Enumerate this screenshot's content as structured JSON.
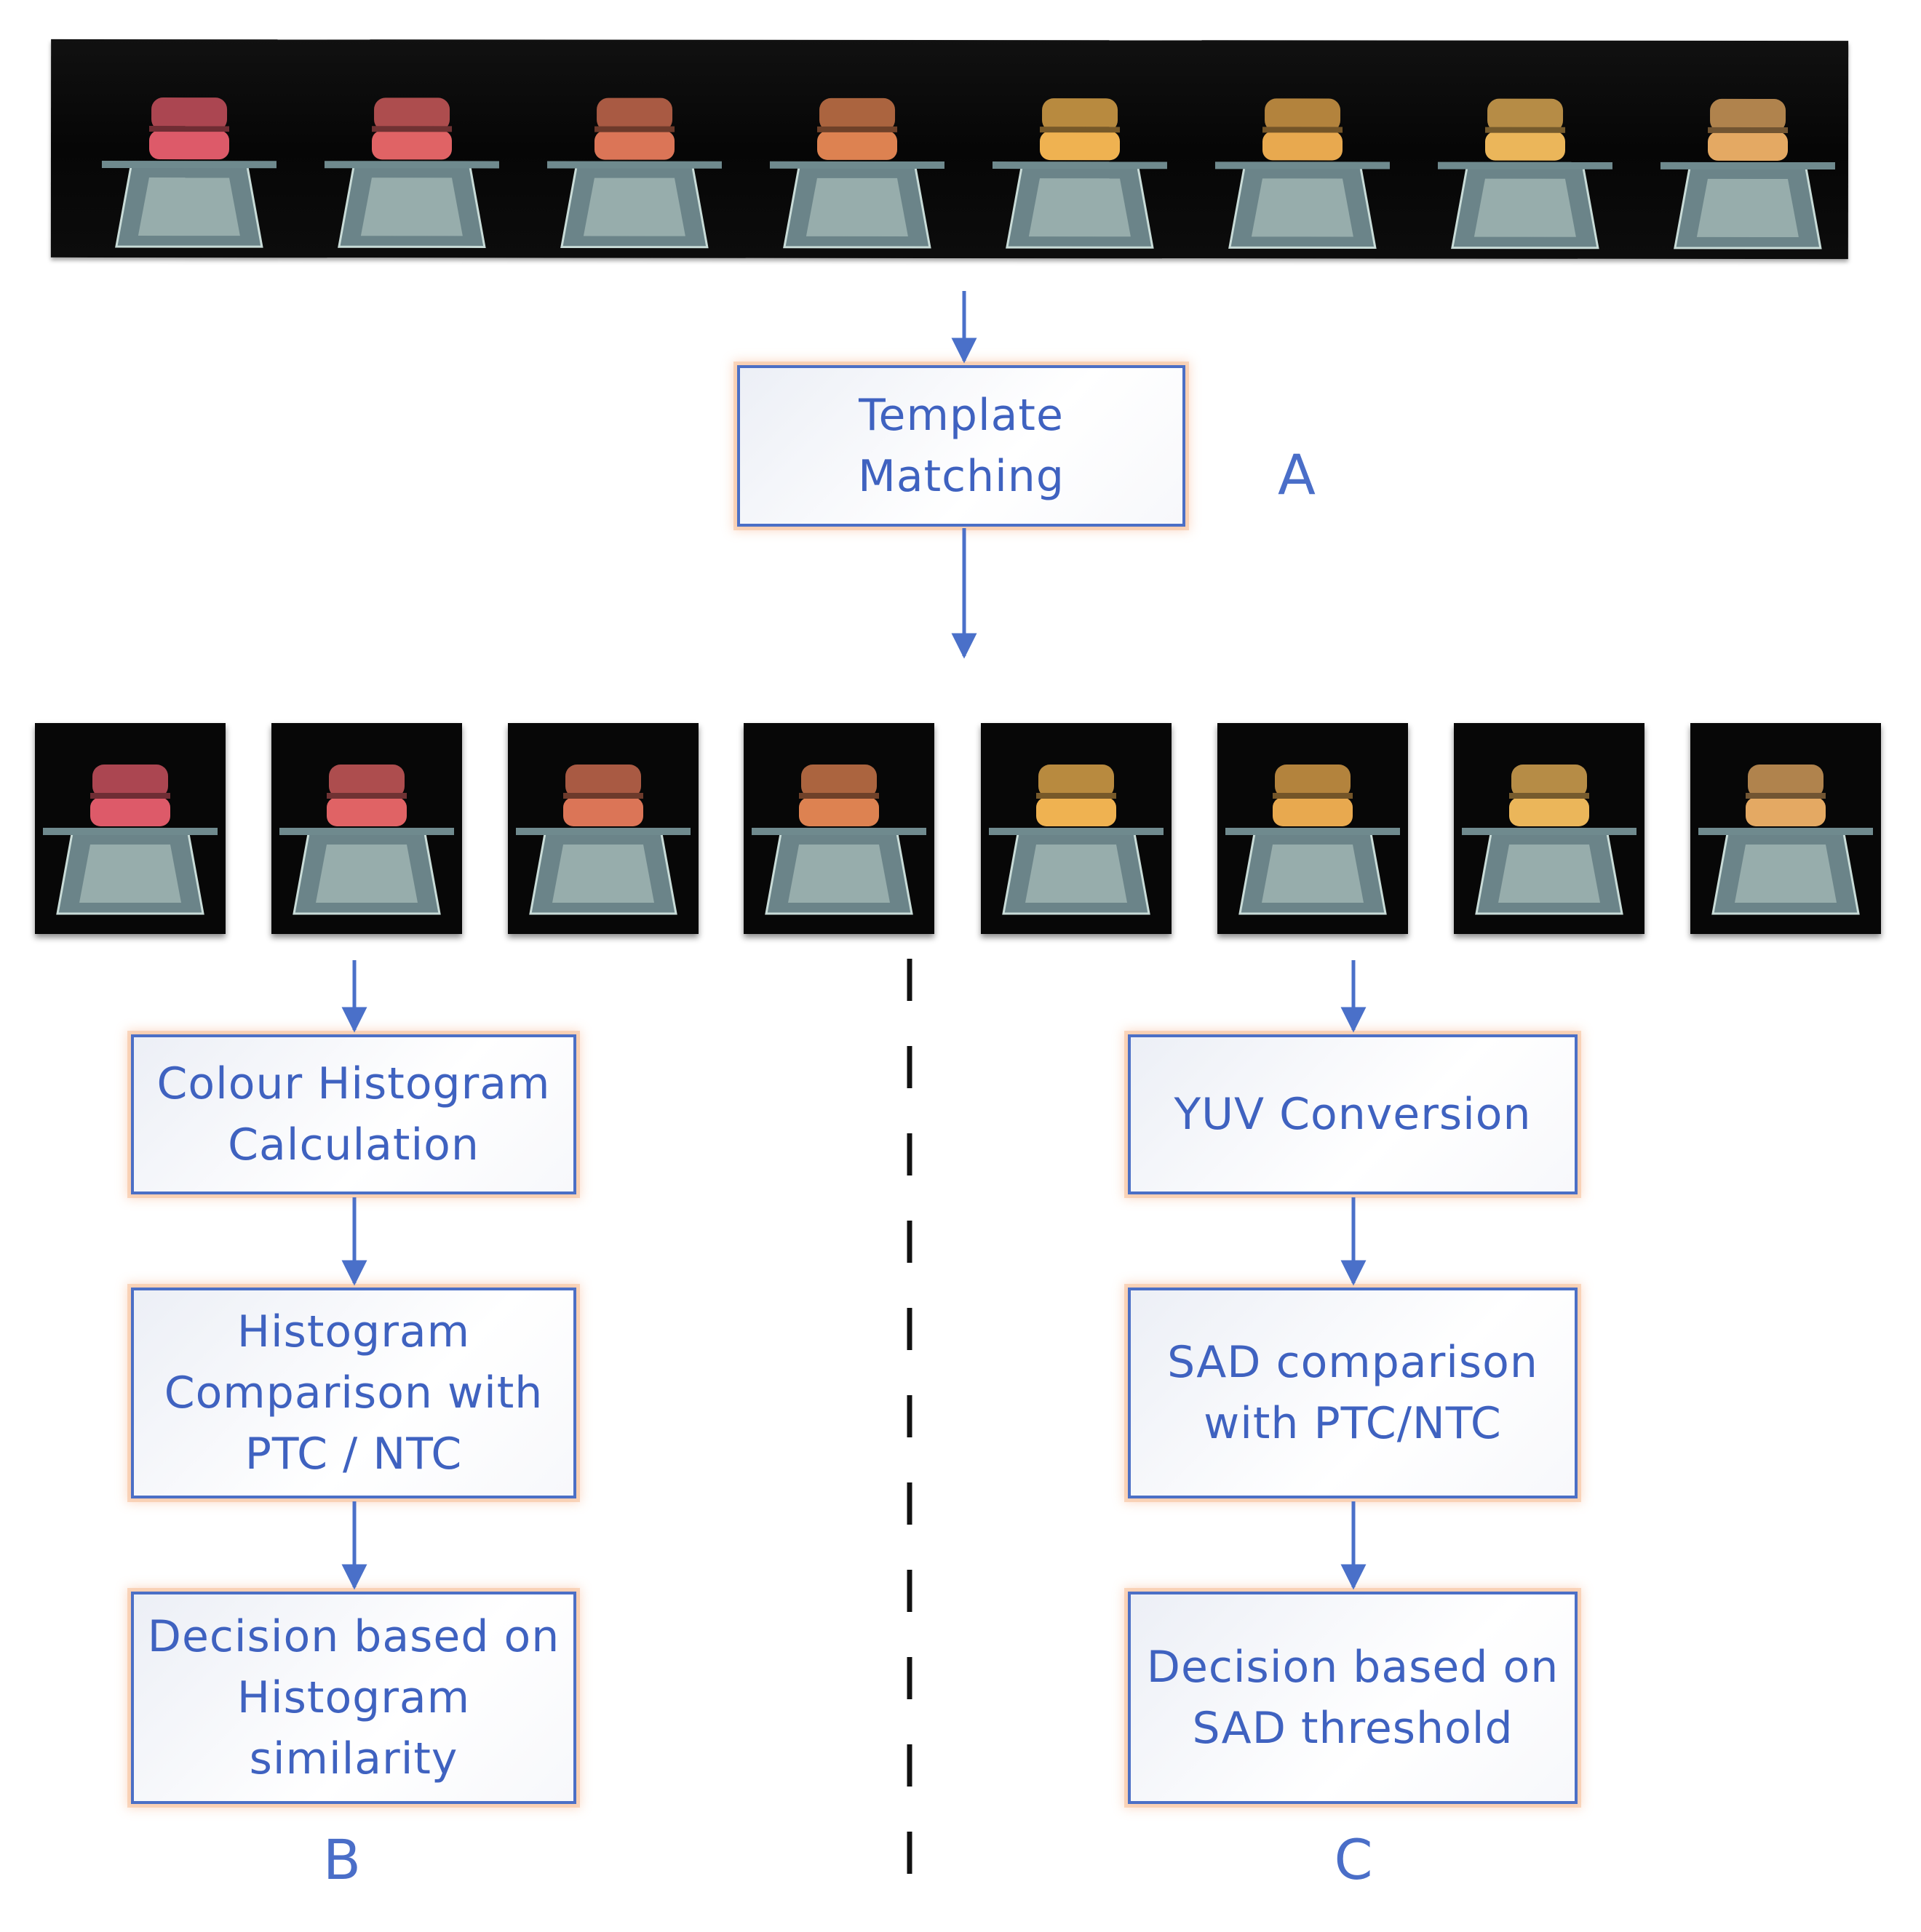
{
  "diagram": {
    "step_a": {
      "label": "Template\nMatching",
      "letter": "A"
    },
    "branch_b": {
      "letter": "B",
      "steps": [
        "Colour Histogram\nCalculation",
        "Histogram\nComparison with\nPTC / NTC",
        "Decision based on\nHistogram\nsimilarity"
      ]
    },
    "branch_c": {
      "letter": "C",
      "steps": [
        "YUV Conversion",
        "SAD comparison\nwith PTC/NTC",
        "Decision based on\nSAD threshold"
      ]
    }
  },
  "colors": {
    "box_border": "#4b6fc6",
    "box_text": "#3f62c0",
    "arrow": "#4a70c9",
    "glow": "#f6b48c",
    "tube_cap_sequence": [
      "#c9525f",
      "#cc5a5c",
      "#c76a4f",
      "#c9764a",
      "#d9a24a",
      "#d39a48",
      "#d6a552",
      "#cf9a5a"
    ]
  }
}
